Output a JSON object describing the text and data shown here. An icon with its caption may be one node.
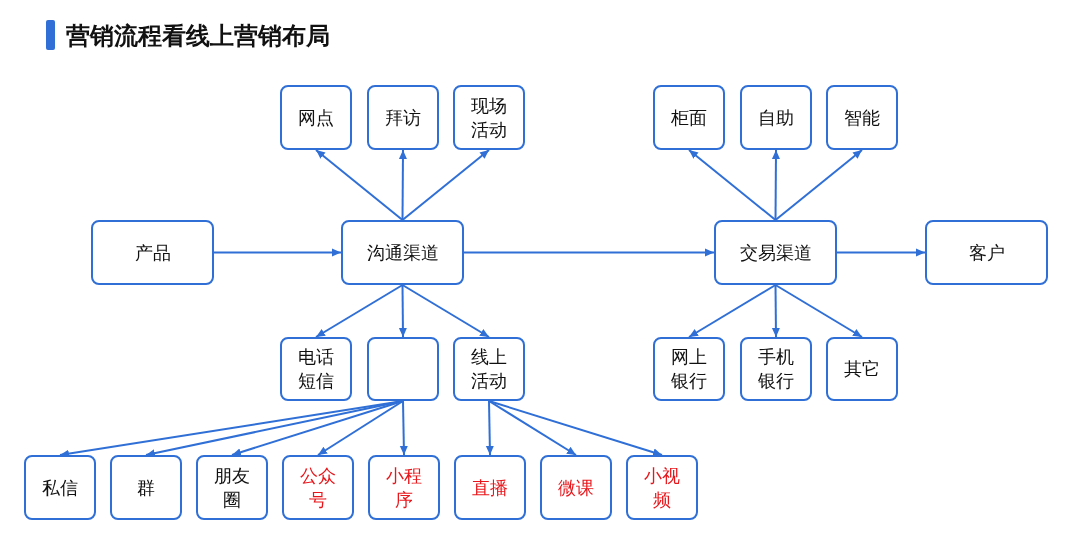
{
  "diagram": {
    "title": "营销流程看线上营销布局",
    "nodes": [
      {
        "text": [
          "网点"
        ]
      },
      {
        "text": [
          "拜访"
        ]
      },
      {
        "text": [
          "现场活动"
        ]
      },
      {
        "text": [
          "柜面"
        ]
      },
      {
        "text": [
          "自助"
        ]
      },
      {
        "text": [
          "智能"
        ]
      },
      {
        "text": [
          "产品"
        ]
      },
      {
        "text": [
          "沟通渠道"
        ]
      },
      {
        "text": [
          "交易渠道"
        ]
      },
      {
        "text": [
          "客户"
        ]
      },
      {
        "text": [
          "电话短信"
        ]
      },
      {
        "text": [],
        "shape": "box"
      },
      {
        "text": [
          "线上活动"
        ]
      },
      {
        "text": [
          "网上银行"
        ]
      },
      {
        "text": [
          "手机银行"
        ]
      },
      {
        "text": [
          "其它"
        ]
      },
      {
        "text": [
          "私信"
        ]
      },
      {
        "text": [
          "群"
        ]
      },
      {
        "text": [
          "朋友圈"
        ]
      },
      {
        "text": [
          "公众号"
        ]
      },
      {
        "text": [
          "小程序"
        ]
      },
      {
        "text": [
          "直播"
        ]
      },
      {
        "text": [
          "微课"
        ]
      },
      {
        "text": [
          "小视频"
        ]
      }
    ],
    "edges": [
      {
        "from": 6,
        "to": 7,
        "arrow": "to"
      },
      {
        "from": 7,
        "to": 8,
        "arrow": "to"
      },
      {
        "from": 8,
        "to": 9,
        "arrow": "to"
      },
      {
        "from": 7,
        "to": 0,
        "arrow": "to"
      },
      {
        "from": 7,
        "to": 1,
        "arrow": "to"
      },
      {
        "from": 7,
        "to": 2,
        "arrow": "to"
      },
      {
        "from": 8,
        "to": 3,
        "arrow": "to"
      },
      {
        "from": 8,
        "to": 4,
        "arrow": "to"
      },
      {
        "from": 8,
        "to": 5,
        "arrow": "to"
      },
      {
        "from": 7,
        "to": 10,
        "arrow": "to"
      },
      {
        "from": 7,
        "to": 11,
        "arrow": "to"
      },
      {
        "from": 7,
        "to": 12,
        "arrow": "to"
      },
      {
        "from": 8,
        "to": 13,
        "arrow": "to"
      },
      {
        "from": 8,
        "to": 14,
        "arrow": "to"
      },
      {
        "from": 8,
        "to": 15,
        "arrow": "to"
      },
      {
        "from": 11,
        "to": 16,
        "arrow": "to"
      },
      {
        "from": 11,
        "to": 17,
        "arrow": "to"
      },
      {
        "from": 11,
        "to": 18,
        "arrow": "to"
      },
      {
        "from": 11,
        "to": 19,
        "arrow": "to"
      },
      {
        "from": 11,
        "to": 20,
        "arrow": "to"
      },
      {
        "from": 12,
        "to": 21,
        "arrow": "to"
      },
      {
        "from": 12,
        "to": 22,
        "arrow": "to"
      },
      {
        "from": 12,
        "to": 23,
        "arrow": "to"
      }
    ]
  }
}
